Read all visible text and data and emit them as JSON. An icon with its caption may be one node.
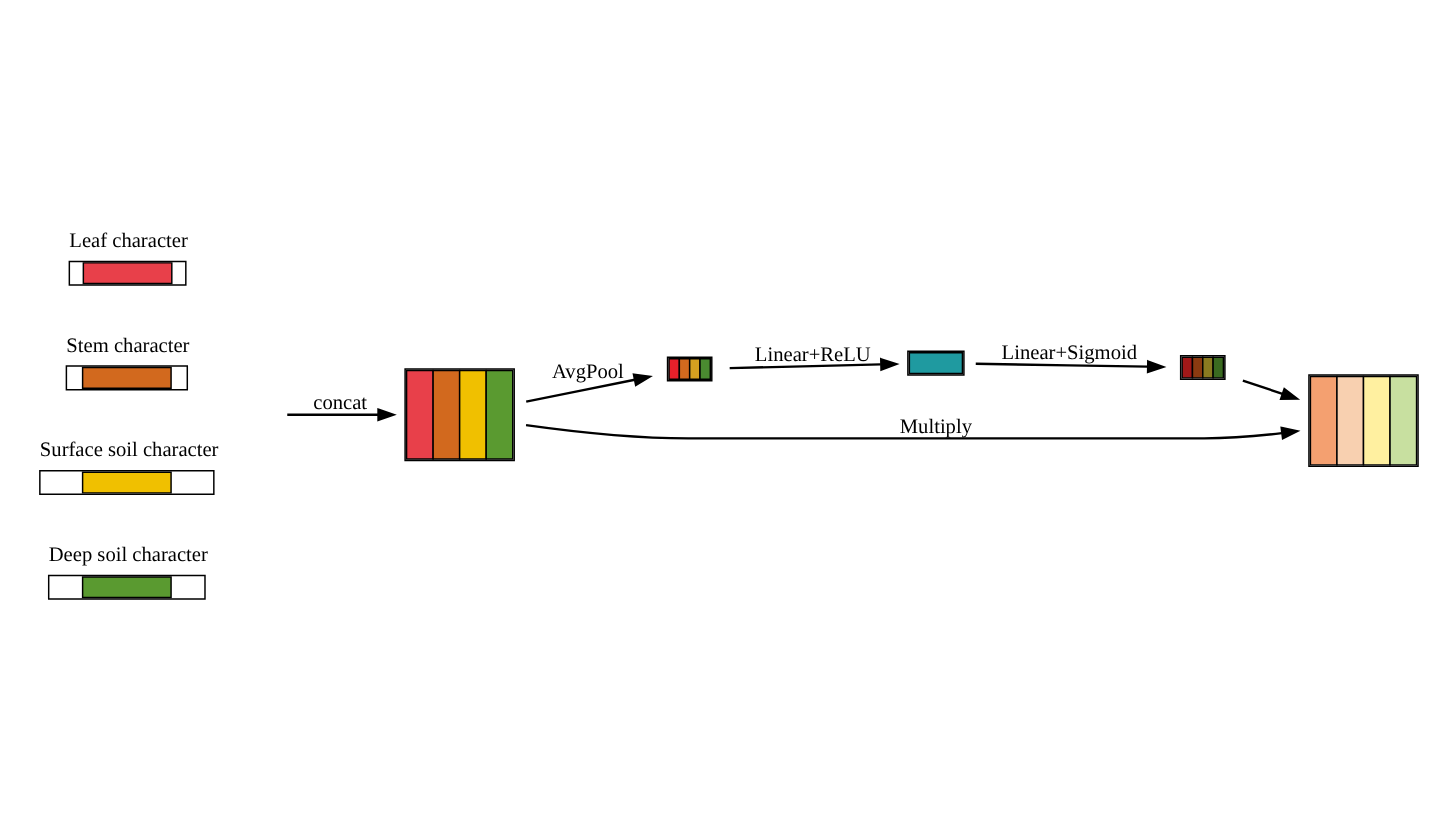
{
  "diagram": {
    "nodes": [
      {
        "text": [
          "Leaf character"
        ]
      },
      {
        "text": [
          "Stem character"
        ]
      },
      {
        "text": [
          "Surface soil character"
        ]
      },
      {
        "text": [
          "Deep soil character"
        ]
      },
      {
        "text": [],
        "shape": "box"
      },
      {
        "text": [],
        "shape": "bar"
      },
      {
        "text": [],
        "shape": "bar"
      },
      {
        "text": [],
        "shape": "bar"
      },
      {
        "text": [],
        "shape": "box"
      }
    ],
    "edges": [
      {
        "from": null,
        "to": 4,
        "arrow": "to",
        "label": "concat"
      },
      {
        "from": 4,
        "to": 5,
        "arrow": "to",
        "label": "AvgPool"
      },
      {
        "from": 5,
        "to": 6,
        "arrow": "to",
        "label": "Linear+ReLU"
      },
      {
        "from": 6,
        "to": 7,
        "arrow": "to",
        "label": "Linear+Sigmoid"
      },
      {
        "from": 4,
        "to": 8,
        "arrow": "to",
        "label": "Multiply"
      },
      {
        "from": 7,
        "to": 8,
        "arrow": "to"
      }
    ]
  }
}
